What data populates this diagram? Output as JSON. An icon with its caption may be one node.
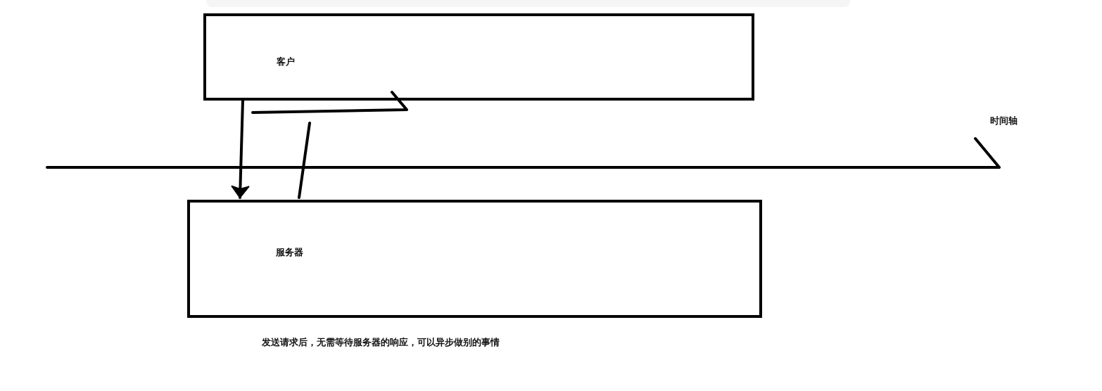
{
  "diagram": {
    "nodes": [
      {
        "text": [
          "客户"
        ]
      },
      {
        "text": [
          "服务器"
        ]
      }
    ],
    "edges": [
      {
        "from": 0,
        "to": 1,
        "arrow": "to"
      },
      {
        "from": 1,
        "to": null,
        "arrow": "none"
      }
    ],
    "labels": [
      "时间轴",
      "发送请求后，无需等待服务器的响应，可以异步做别的事情"
    ]
  }
}
